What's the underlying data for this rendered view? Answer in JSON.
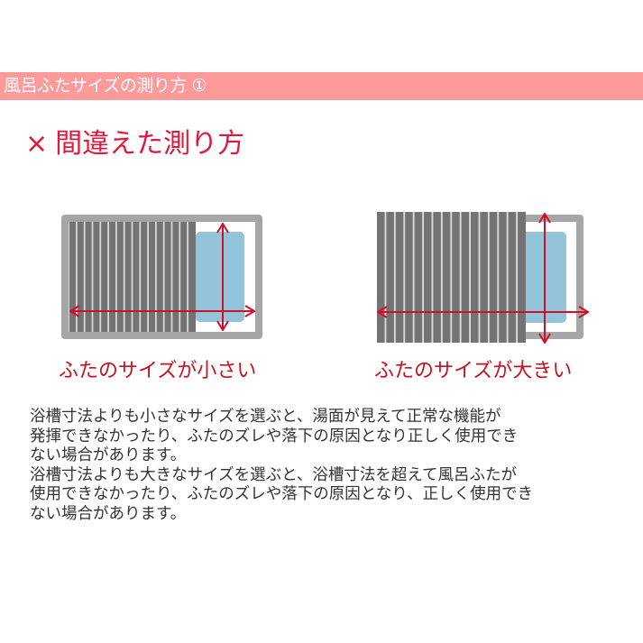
{
  "banner": {
    "title": "風呂ふたサイズの測り方 ①",
    "color": "#ff9a9b"
  },
  "heading": {
    "mark": "×",
    "text": "間違えた測り方",
    "color": "#e3163c"
  },
  "diagrams": [
    {
      "id": "small-lid",
      "caption": "ふたのサイズが小さい",
      "description": "Lid slats cover only part of the tub; measurement arrows span the full tub."
    },
    {
      "id": "large-lid",
      "caption": "ふたのサイズが大きい",
      "description": "Lid slats extend beyond the tub edge; measurement arrows extend past the tub."
    }
  ],
  "colors": {
    "frame": "#a6a6a6",
    "slat": "#737373",
    "slat_gap": "#d9d9d9",
    "water": "#93c4da",
    "arrow": "#d0102a",
    "caption": "#c9101f",
    "body_text": "#333333"
  },
  "body": {
    "paragraph_1": "浴槽寸法よりも小さなサイズを選ぶと、湯面が見えて正常な機能が\n発揮できなかったり、ふたのズレや落下の原因となり正しく使用でき\nない場合があります。",
    "paragraph_2": "浴槽寸法よりも大きなサイズを選ぶと、浴槽寸法を超えて風呂ふたが\n使用できなかったり、ふたのズレや落下の原因となり、正しく使用でき\nない場合があります。"
  }
}
